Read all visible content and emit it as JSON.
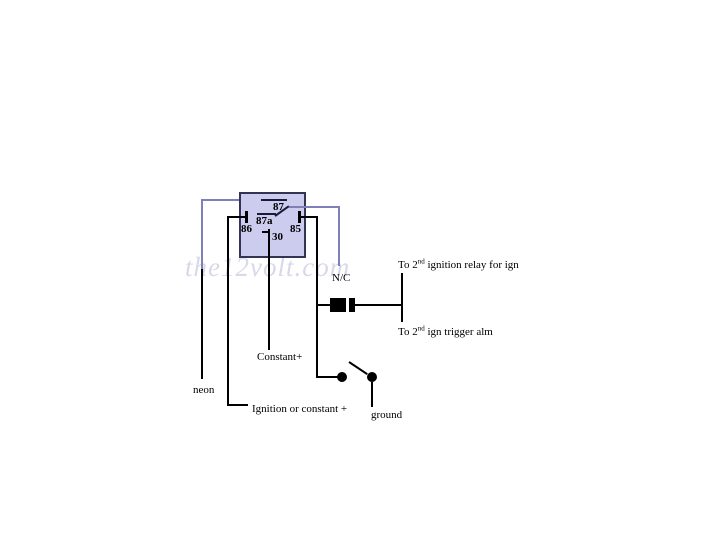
{
  "watermark": "the12volt.com",
  "relay": {
    "terminal_87": "87",
    "terminal_87a": "87a",
    "terminal_86": "86",
    "terminal_85": "85",
    "terminal_30": "30"
  },
  "wire_labels": {
    "nc": "N/C",
    "constant_plus": "Constant+",
    "neon": "neon",
    "ignition_or_constant": "Ignition or constant +",
    "ground": "ground"
  },
  "annotations": {
    "ign_relay": {
      "prefix": "To 2",
      "sup": "nd",
      "suffix": " ignition relay for ign"
    },
    "ign_trigger": {
      "prefix": "To 2",
      "sup": "nd",
      "suffix": " ign trigger alm"
    }
  },
  "colors": {
    "relay_fill": "#ccccee",
    "relay_border": "#333355",
    "wire_purple": "#8080b8",
    "wire_black": "#000000",
    "watermark_text": "#d8d8e8"
  }
}
